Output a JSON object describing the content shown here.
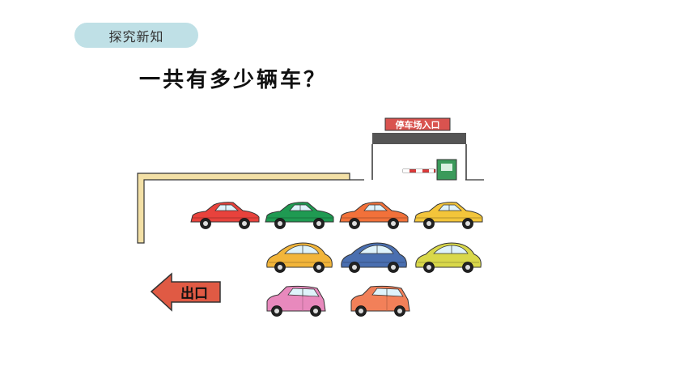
{
  "section_tag": "探究新知",
  "question": "一共有多少辆车？",
  "entrance_sign": "停车场入口",
  "exit_sign": "出口",
  "colors": {
    "tag_bg": "#bfe0e6",
    "sign_red": "#d9534f",
    "exit_arrow": "#e05a44",
    "wall": "#f3e0a6",
    "booth": "#3a9a5a"
  },
  "cars": [
    {
      "row": 1,
      "color": "#e8423c"
    },
    {
      "row": 1,
      "color": "#1f9a52"
    },
    {
      "row": 1,
      "color": "#f2713a"
    },
    {
      "row": 1,
      "color": "#f3c53a"
    },
    {
      "row": 2,
      "color": "#f2b53a"
    },
    {
      "row": 2,
      "color": "#4a6fb0"
    },
    {
      "row": 2,
      "color": "#d9d84a"
    },
    {
      "row": 3,
      "color": "#e889bd"
    },
    {
      "row": 3,
      "color": "#f28059"
    }
  ]
}
